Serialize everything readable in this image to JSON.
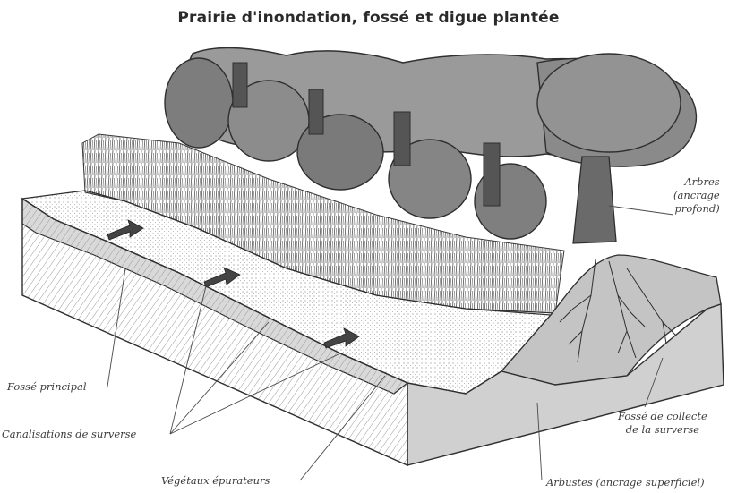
{
  "title": "Prairie d'inondation, fossé et digue plantée",
  "labels": {
    "arbres_line1": "Arbres",
    "arbres_line2": "(ancrage",
    "arbres_line3": "profond)",
    "fosse_principal": "Fossé principal",
    "canalisations": "Canalisations de surverse",
    "vegetaux": "Végétaux épurateurs",
    "fosse_collecte_line1": "Fossé de collecte",
    "fosse_collecte_line2": "de la surverse",
    "arbustes": "Arbustes (ancrage superficiel)"
  },
  "colors": {
    "ink": "#2f2f2f",
    "paper": "#ffffff",
    "soil": "#cfcfcf",
    "canopy": "#8a8a8a",
    "grass": "#6e6e6e"
  }
}
